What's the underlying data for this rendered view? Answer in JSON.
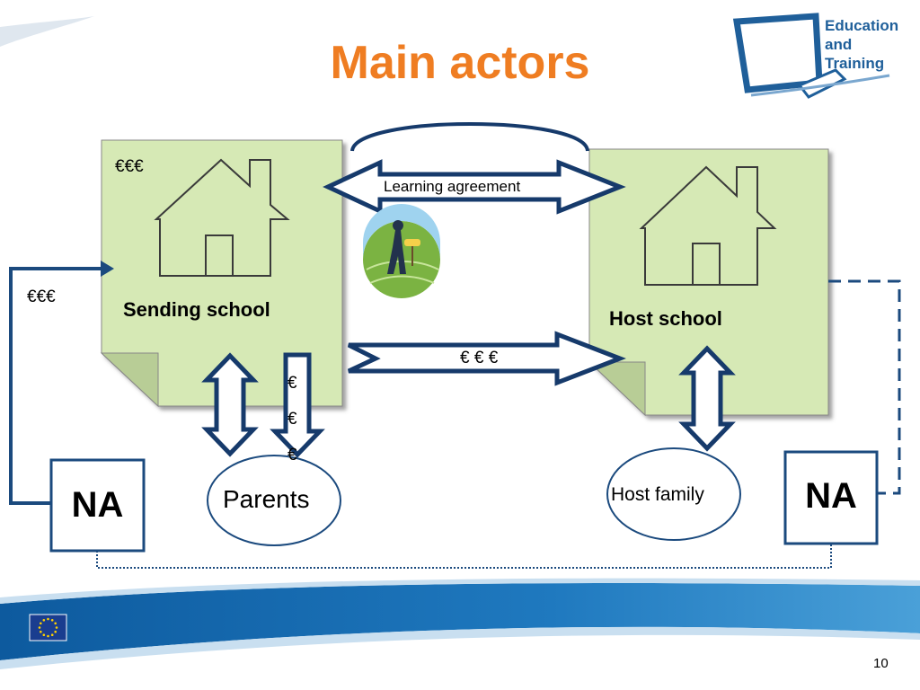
{
  "slide": {
    "title": "Main actors",
    "page_number": "10"
  },
  "logo": {
    "line1": "Education",
    "line2": "and",
    "line3": "Training"
  },
  "diagram": {
    "sending_school": {
      "label": "Sending school",
      "funds": "€€€"
    },
    "host_school": {
      "label": "Host school"
    },
    "learning_agreement": "Learning agreement",
    "transfer_label": "€ € €",
    "parents": "Parents",
    "parents_euros": [
      "€",
      "€",
      "€"
    ],
    "host_family": "Host family",
    "na_left": {
      "label": "NA",
      "funds": "€€€"
    },
    "na_right": {
      "label": "NA"
    }
  },
  "colors": {
    "title": "#ef7d22",
    "note_fill": "#d6e9b5",
    "arrow_stroke": "#163a6b",
    "na_border": "#1b4a7e",
    "logo_blue": "#1f5f9a",
    "band_blue": "#1b6eb3"
  }
}
